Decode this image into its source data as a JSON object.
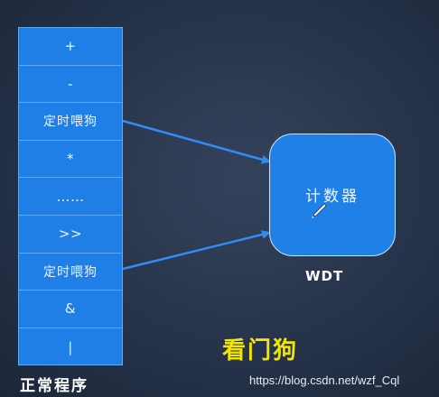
{
  "program": {
    "cells": [
      {
        "label": "+"
      },
      {
        "label": "-"
      },
      {
        "label": "定时喂狗"
      },
      {
        "label": "*"
      },
      {
        "label": "……"
      },
      {
        "label": ">>"
      },
      {
        "label": "定时喂狗"
      },
      {
        "label": "&"
      },
      {
        "label": "|"
      }
    ],
    "caption": "正常程序"
  },
  "counter": {
    "label": "计数器"
  },
  "wdt_label": "WDT",
  "title": "看门狗",
  "watermark": "https://blog.csdn.net/wzf_Cql",
  "colors": {
    "background": "#2b3850",
    "block": "#1f7fe6",
    "arrow": "#2f8cf5",
    "title": "#f2e600"
  },
  "icons": {
    "cursor": "pen-cursor-icon"
  }
}
